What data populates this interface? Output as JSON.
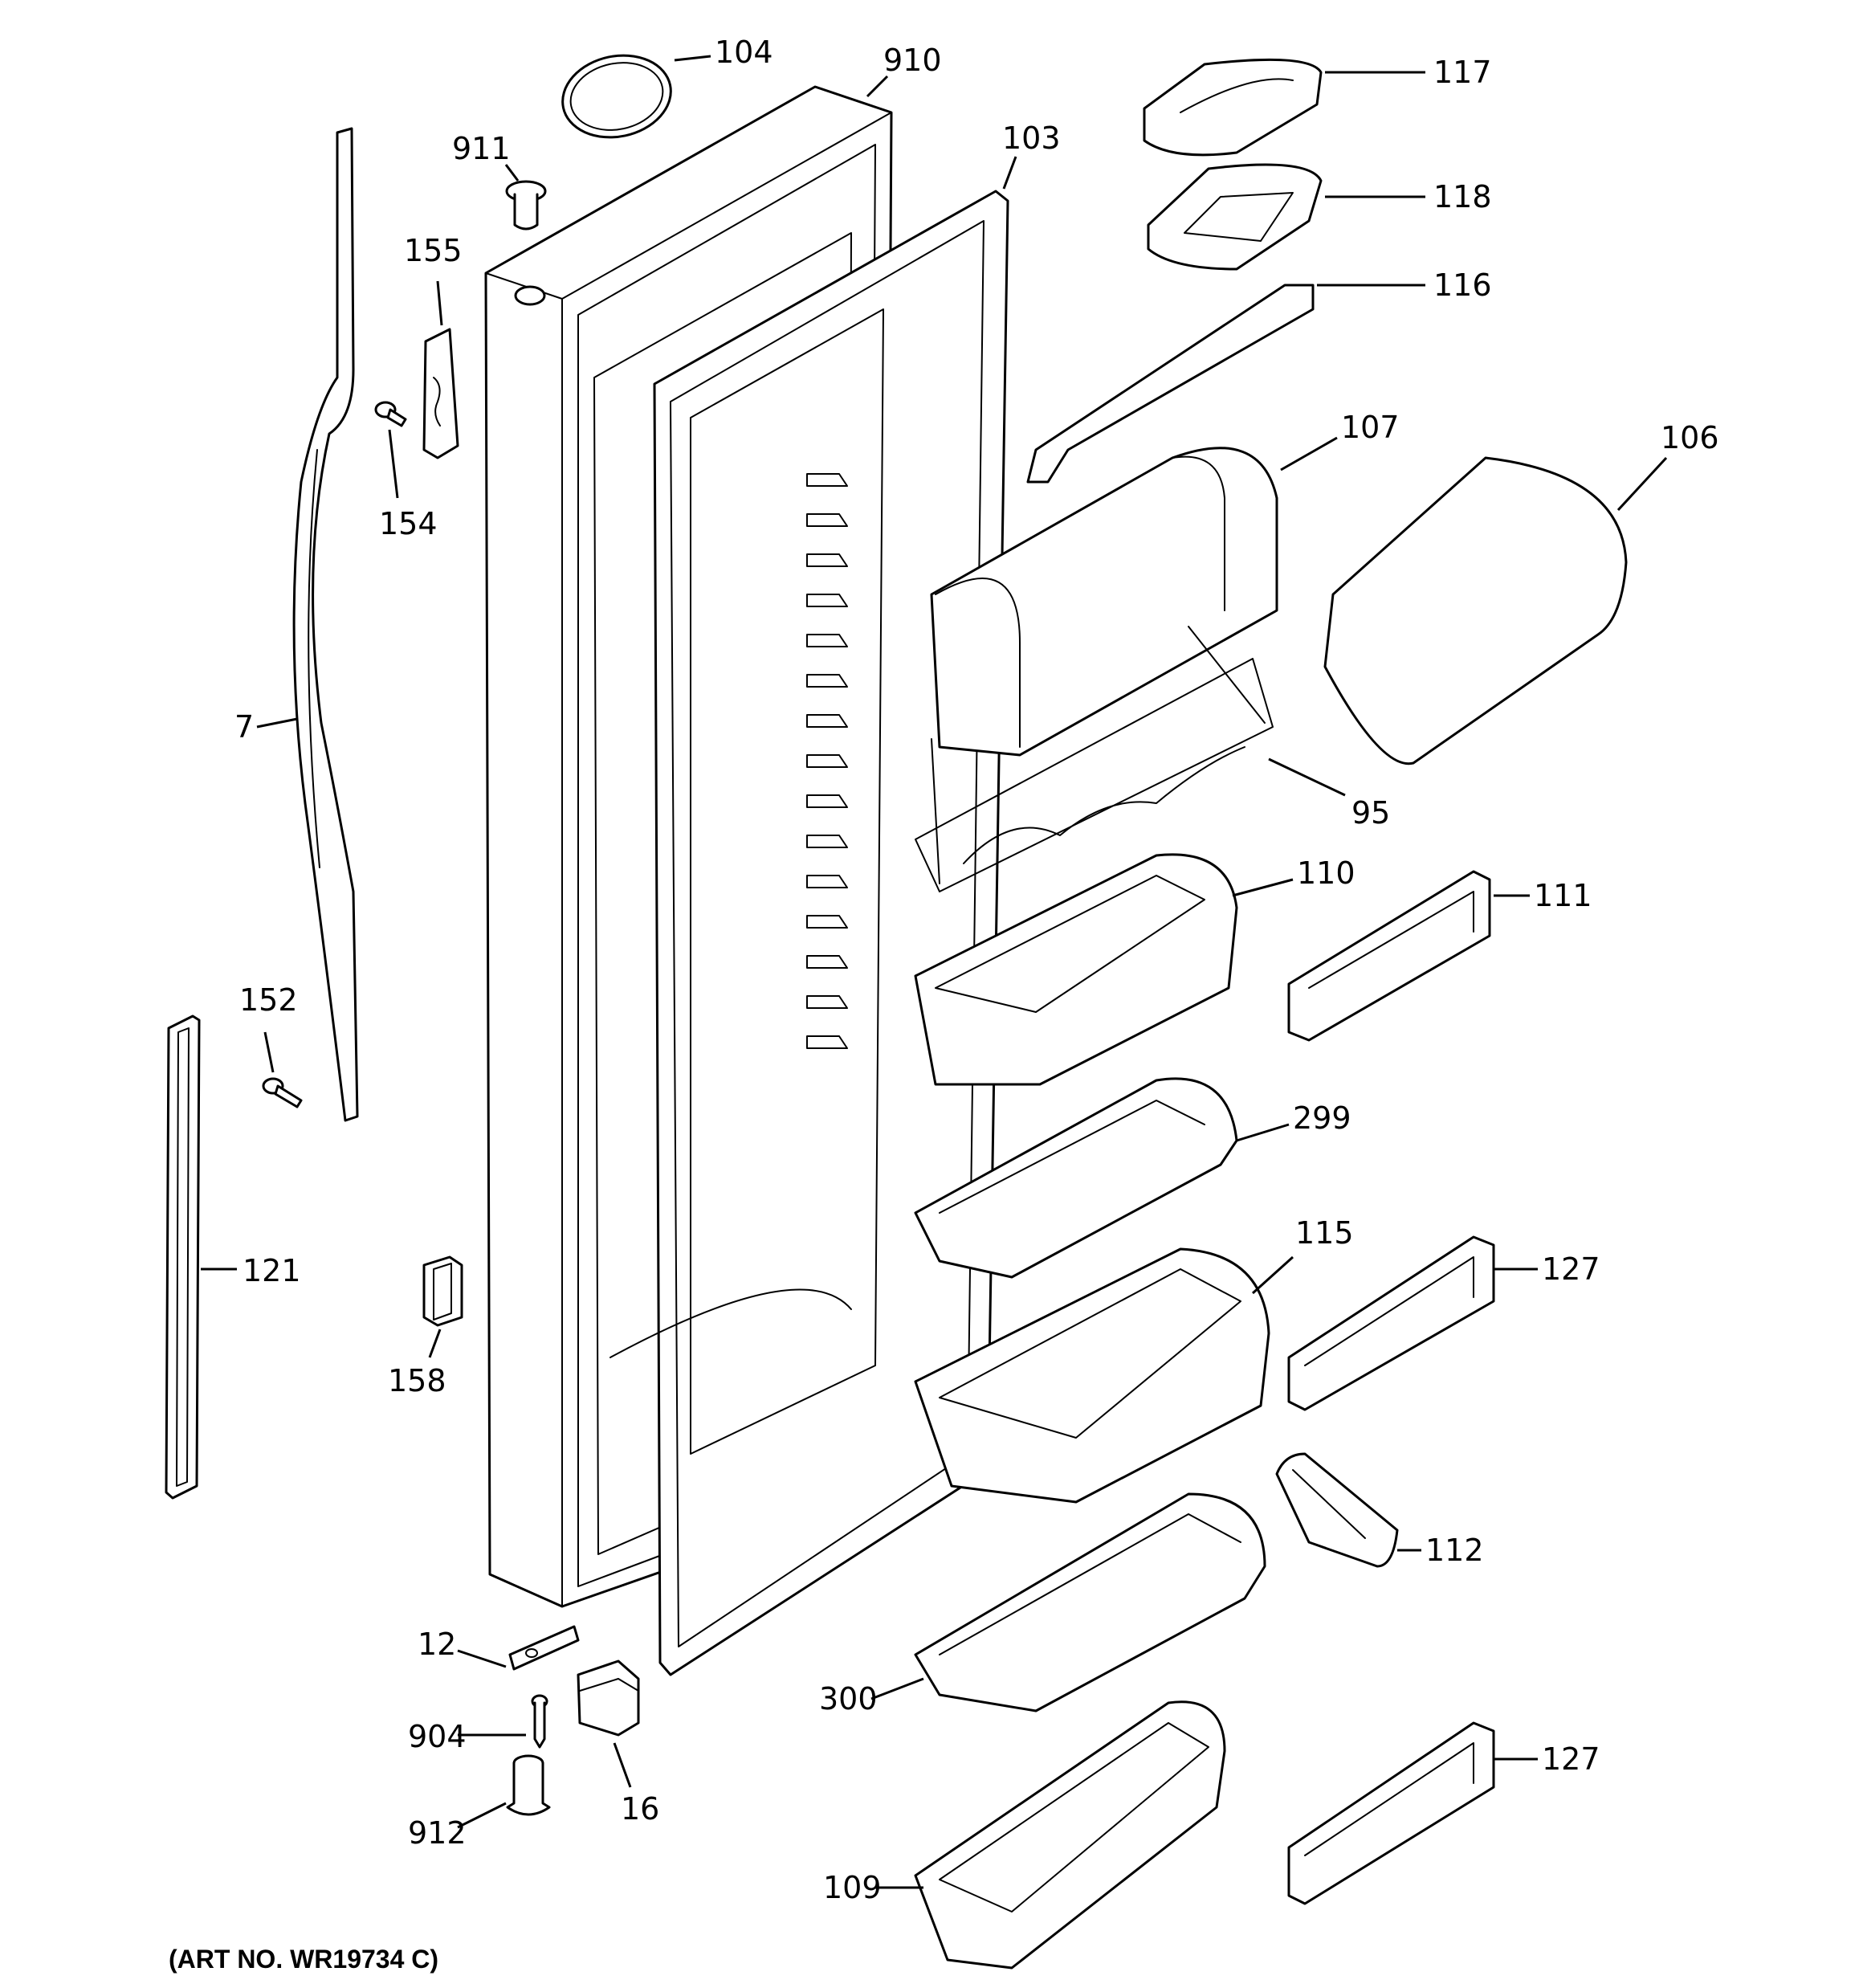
{
  "art_number": "(ART NO. WR19734 C)",
  "callouts": {
    "c104": "104",
    "c910": "910",
    "c911": "911",
    "c103": "103",
    "c155": "155",
    "c154": "154",
    "c7": "7",
    "c152": "152",
    "c121": "121",
    "c158": "158",
    "c12": "12",
    "c904": "904",
    "c16": "16",
    "c912": "912",
    "c117": "117",
    "c118": "118",
    "c116": "116",
    "c107": "107",
    "c106": "106",
    "c95": "95",
    "c110": "110",
    "c111": "111",
    "c299": "299",
    "c115": "115",
    "c127a": "127",
    "c112": "112",
    "c300": "300",
    "c127b": "127",
    "c109": "109"
  }
}
